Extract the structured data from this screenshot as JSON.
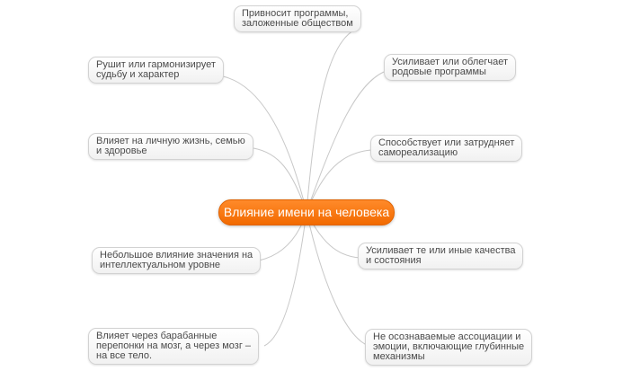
{
  "center": {
    "label": "Влияние имени на человека"
  },
  "branches": {
    "b1": {
      "lines": [
        "Привносит программы,",
        "заложенные обществом"
      ]
    },
    "b2": {
      "lines": [
        "Рушит или гармонизирует",
        "судьбу и характер"
      ]
    },
    "b3": {
      "lines": [
        "Усиливает или облегчает",
        "родовые программы"
      ]
    },
    "b4": {
      "lines": [
        "Влияет на личную жизнь, семью",
        "и здоровье"
      ]
    },
    "b5": {
      "lines": [
        "Способствует или затрудняет",
        "самореализацию"
      ]
    },
    "b6": {
      "lines": [
        "Небольшое влияние значения на",
        "интеллектуальном уровне"
      ]
    },
    "b7": {
      "lines": [
        "Усиливает те или иные качества",
        "и состояния"
      ]
    },
    "b8": {
      "lines": [
        "Влияет через барабанные",
        "перепонки на мозг, а через мозг –",
        "на все тело."
      ]
    },
    "b9": {
      "lines": [
        "Не осознаваемые ассоциации и",
        "эмоции, включающие глубинные",
        "механизмы"
      ]
    }
  }
}
